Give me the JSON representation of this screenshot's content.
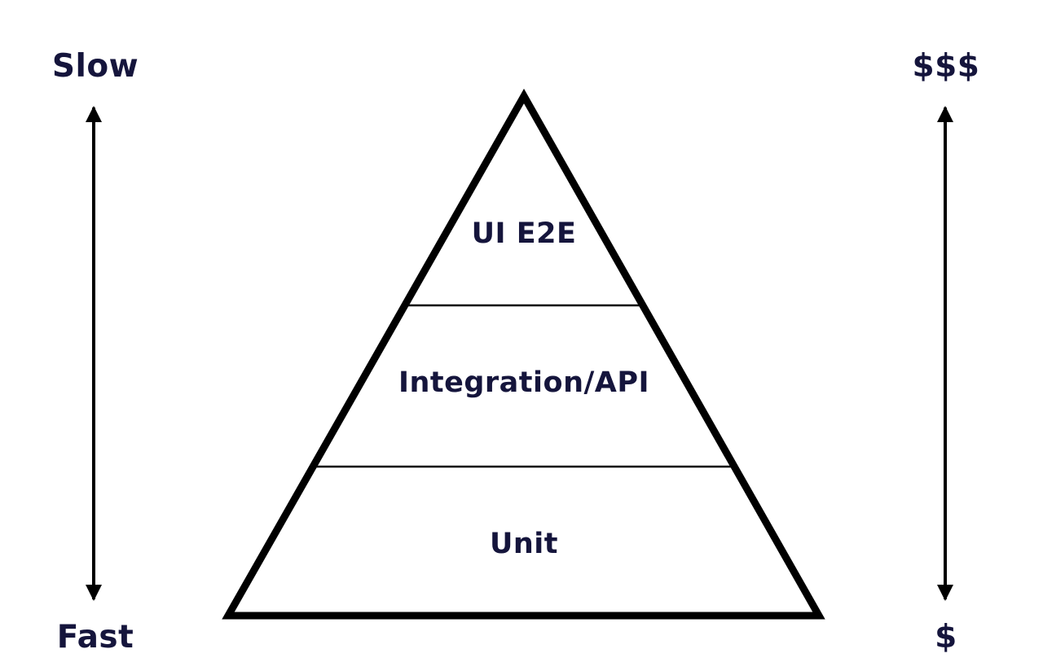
{
  "diagram": {
    "type": "test-pyramid",
    "background_color": "#ffffff",
    "text_color": "#15153c",
    "shape_color": "#000000",
    "pyramid_levels": [
      {
        "label": "UI E2E"
      },
      {
        "label": "Integration/API"
      },
      {
        "label": "Unit"
      }
    ],
    "speed_axis": {
      "top": "Slow",
      "bottom": "Fast"
    },
    "cost_axis": {
      "top": "$$$",
      "bottom": "$"
    }
  }
}
